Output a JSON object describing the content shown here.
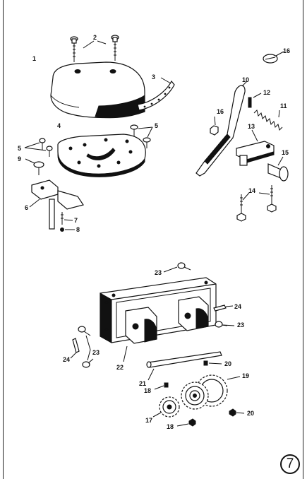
{
  "page": {
    "number": "7"
  },
  "callouts": {
    "c1": "1",
    "c2": "2",
    "c3": "3",
    "c4": "4",
    "c5a": "5",
    "c5b": "5",
    "c6": "6",
    "c7": "7",
    "c8": "8",
    "c9": "9",
    "c10": "10",
    "c11": "11",
    "c12": "12",
    "c13": "13",
    "c14": "14",
    "c15": "15",
    "c16a": "16",
    "c16b": "16",
    "c17": "17",
    "c18a": "18",
    "c18b": "18",
    "c19": "19",
    "c20a": "20",
    "c20b": "20",
    "c21": "21",
    "c22": "22",
    "c23a": "23",
    "c23b": "23",
    "c23c": "23",
    "c24a": "24",
    "c24b": "24"
  }
}
